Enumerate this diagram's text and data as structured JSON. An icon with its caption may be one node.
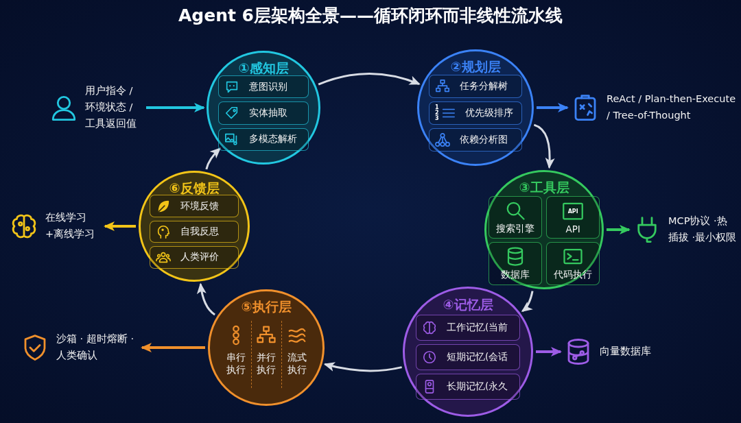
{
  "diagram": {
    "title": "Agent 6层架构全景——循环闭环而非线性流水线",
    "nodes": [
      {
        "text": [
          "①感知层"
        ]
      },
      {
        "text": [
          "意图识别"
        ],
        "in": 0
      },
      {
        "text": [
          "实体抽取"
        ],
        "in": 0
      },
      {
        "text": [
          "多模态解析"
        ],
        "in": 0
      },
      {
        "text": [
          "②规划层"
        ]
      },
      {
        "text": [
          "任务分解树"
        ],
        "in": 4
      },
      {
        "text": [
          "1 2 3",
          "优先级排序"
        ],
        "in": 4
      },
      {
        "text": [
          "依赖分析图"
        ],
        "in": 4
      },
      {
        "text": [
          "③工具层"
        ]
      },
      {
        "text": [
          "搜索引擎"
        ],
        "in": 8
      },
      {
        "text": [
          "API",
          "API"
        ],
        "in": 8
      },
      {
        "text": [
          "数据库"
        ],
        "in": 8
      },
      {
        "text": [
          "代码执行"
        ],
        "in": 8
      },
      {
        "text": [
          "④记忆层"
        ]
      },
      {
        "text": [
          "工作记忆(当前"
        ],
        "in": 13
      },
      {
        "text": [
          "短期记忆(会话"
        ],
        "in": 13
      },
      {
        "text": [
          "长期记忆(永久"
        ],
        "in": 13
      },
      {
        "text": [
          "⑤执行层"
        ]
      },
      {
        "text": [
          "串行执行"
        ],
        "in": 17
      },
      {
        "text": [
          "并行执行"
        ],
        "in": 17
      },
      {
        "text": [
          "流式执行"
        ],
        "in": 17
      },
      {
        "text": [
          "⑥反馈层"
        ]
      },
      {
        "text": [
          "环境反馈"
        ],
        "in": 21
      },
      {
        "text": [
          "自我反思"
        ],
        "in": 21
      },
      {
        "text": [
          "人类评价"
        ],
        "in": 21
      },
      {
        "text": [
          "用户指令 /环境状态 /工具返回值"
        ]
      },
      {
        "text": [
          "ReAct / Plan-then-Execute / Tree-of-Thought"
        ]
      },
      {
        "text": [
          "MCP协议 ·热插拔 ·最小权限"
        ]
      },
      {
        "text": [
          "向量数据库"
        ]
      },
      {
        "text": [
          "沙箱 · 超时熔断 ·人类确认"
        ]
      },
      {
        "text": [
          "在线学习 +离线学习"
        ]
      }
    ],
    "edges": [
      {
        "from": 0,
        "to": 4,
        "arrow": "to"
      },
      {
        "from": 4,
        "to": 8,
        "arrow": "to"
      },
      {
        "from": 8,
        "to": 13,
        "arrow": "to"
      },
      {
        "from": 13,
        "to": 17,
        "arrow": "to"
      },
      {
        "from": 17,
        "to": 21,
        "arrow": "to"
      },
      {
        "from": 21,
        "to": 0,
        "arrow": "to"
      },
      {
        "from": 25,
        "to": 0,
        "arrow": "to",
        "color": "#22c7e0"
      },
      {
        "from": 4,
        "to": 26,
        "arrow": "to",
        "color": "#3b82f6"
      },
      {
        "from": 8,
        "to": 27,
        "arrow": "to",
        "color": "#35c95f"
      },
      {
        "from": 13,
        "to": 28,
        "arrow": "to",
        "color": "#9d5ce6"
      },
      {
        "from": 17,
        "to": 29,
        "arrow": "to",
        "color": "#f0902c"
      },
      {
        "from": 21,
        "to": 30,
        "arrow": "to",
        "color": "#f2c418"
      }
    ]
  }
}
